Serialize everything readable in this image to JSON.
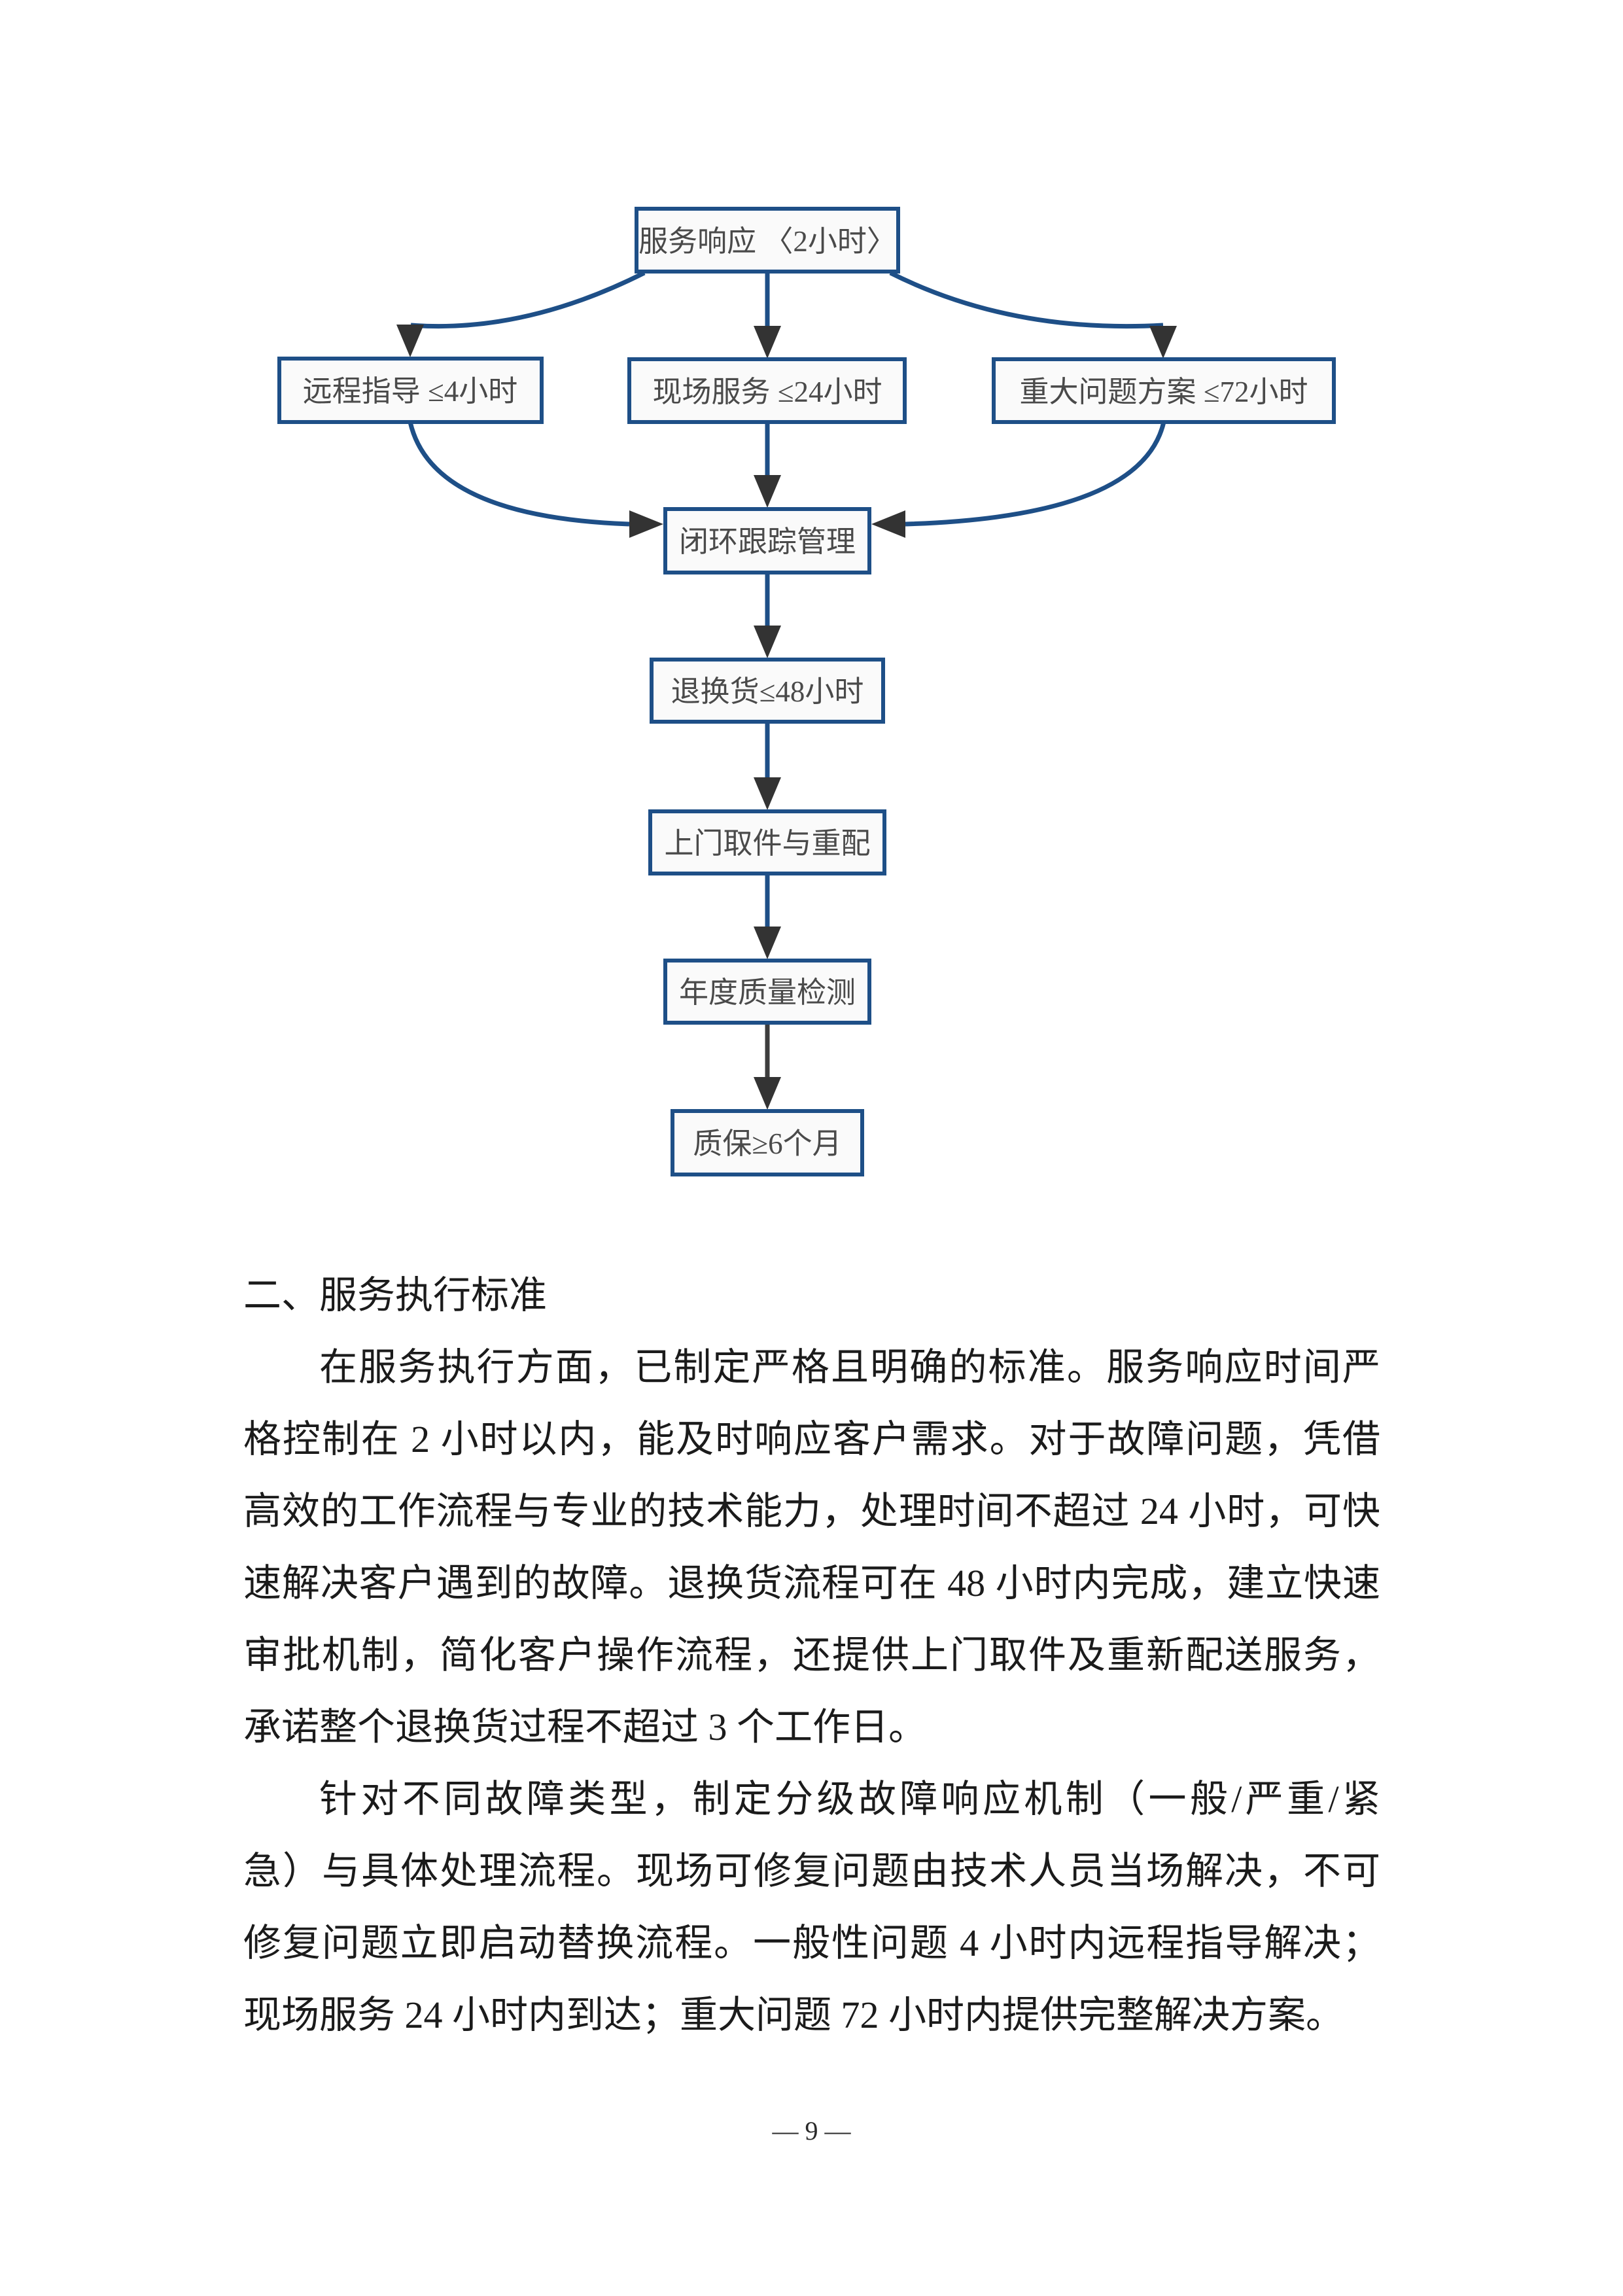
{
  "flowchart": {
    "nodes": [
      {
        "id": "service-response",
        "label": "服务响应 〈2小时〉"
      },
      {
        "id": "remote-guidance",
        "label": "远程指导 ≤4小时"
      },
      {
        "id": "onsite-service",
        "label": "现场服务 ≤24小时"
      },
      {
        "id": "major-issue-plan",
        "label": "重大问题方案 ≤72小时"
      },
      {
        "id": "closed-loop-tracking",
        "label": "闭环跟踪管理"
      },
      {
        "id": "return-exchange",
        "label": "退换货≤48小时"
      },
      {
        "id": "door-pickup-redelivery",
        "label": "上门取件与重配"
      },
      {
        "id": "annual-quality-check",
        "label": "年度质量检测"
      },
      {
        "id": "warranty",
        "label": "质保≥6个月"
      }
    ],
    "edges": [
      {
        "from": "service-response",
        "to": "remote-guidance",
        "style": "curved",
        "color": "blue"
      },
      {
        "from": "service-response",
        "to": "onsite-service",
        "style": "straight",
        "color": "blue"
      },
      {
        "from": "service-response",
        "to": "major-issue-plan",
        "style": "curved",
        "color": "blue"
      },
      {
        "from": "remote-guidance",
        "to": "closed-loop-tracking",
        "style": "curved",
        "color": "blue"
      },
      {
        "from": "onsite-service",
        "to": "closed-loop-tracking",
        "style": "straight",
        "color": "blue"
      },
      {
        "from": "major-issue-plan",
        "to": "closed-loop-tracking",
        "style": "curved",
        "color": "blue"
      },
      {
        "from": "closed-loop-tracking",
        "to": "return-exchange",
        "style": "straight",
        "color": "blue"
      },
      {
        "from": "return-exchange",
        "to": "door-pickup-redelivery",
        "style": "straight",
        "color": "blue"
      },
      {
        "from": "door-pickup-redelivery",
        "to": "annual-quality-check",
        "style": "straight",
        "color": "blue"
      },
      {
        "from": "annual-quality-check",
        "to": "warranty",
        "style": "straight",
        "color": "dark"
      }
    ],
    "colors": {
      "connector_blue": "#1e4f87",
      "connector_dark": "#3d3d3d",
      "arrowhead": "#333333",
      "box_border": "#1e4f87",
      "box_fill": "#fafafa",
      "box_text": "#4a4a4a"
    }
  },
  "document": {
    "section_heading": "二、服务执行标准",
    "paragraph_1_lines": [
      "在服务执行方面，已制定严格且明确的标准。服务响应时间严",
      "格控制在 2 小时以内，能及时响应客户需求。对于故障问题，凭借",
      "高效的工作流程与专业的技术能力，处理时间不超过 24 小时，可快",
      "速解决客户遇到的故障。退换货流程可在 48 小时内完成，建立快速",
      "审批机制，简化客户操作流程，还提供上门取件及重新配送服务，",
      "承诺整个退换货过程不超过 3 个工作日。"
    ],
    "paragraph_2_lines": [
      "针对不同故障类型，制定分级故障响应机制（一般/严重/紧",
      "急）与具体处理流程。现场可修复问题由技术人员当场解决，不可",
      "修复问题立即启动替换流程。一般性问题 4 小时内远程指导解决；",
      "现场服务 24 小时内到达；重大问题 72 小时内提供完整解决方案。"
    ]
  },
  "page": {
    "number_label": "— 9 —"
  }
}
